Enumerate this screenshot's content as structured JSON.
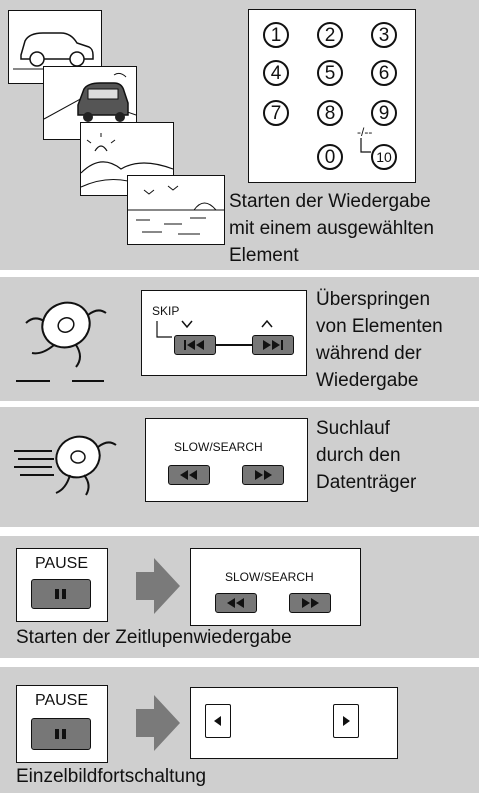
{
  "section1": {
    "keypad": {
      "keys": [
        "1",
        "2",
        "3",
        "4",
        "5",
        "6",
        "7",
        "8",
        "9",
        "0",
        "10"
      ],
      "dash_label": "-/--"
    },
    "caption_lines": [
      "Starten der Wiedergabe",
      "mit einem ausgewählten",
      "Element"
    ]
  },
  "section2": {
    "skip_label": "SKIP",
    "caption_lines": [
      "Überspringen",
      "von Elementen",
      "während der",
      "Wiedergabe"
    ]
  },
  "section3": {
    "slow_search_label": "SLOW/SEARCH",
    "caption_lines": [
      "Suchlauf",
      "durch den",
      "Datenträger"
    ]
  },
  "section4": {
    "pause_label": "PAUSE",
    "slow_search_label": "SLOW/SEARCH",
    "caption": "Starten der Zeitlupenwiedergabe"
  },
  "section5": {
    "pause_label": "PAUSE",
    "caption": "Einzelbildfortschaltung"
  }
}
